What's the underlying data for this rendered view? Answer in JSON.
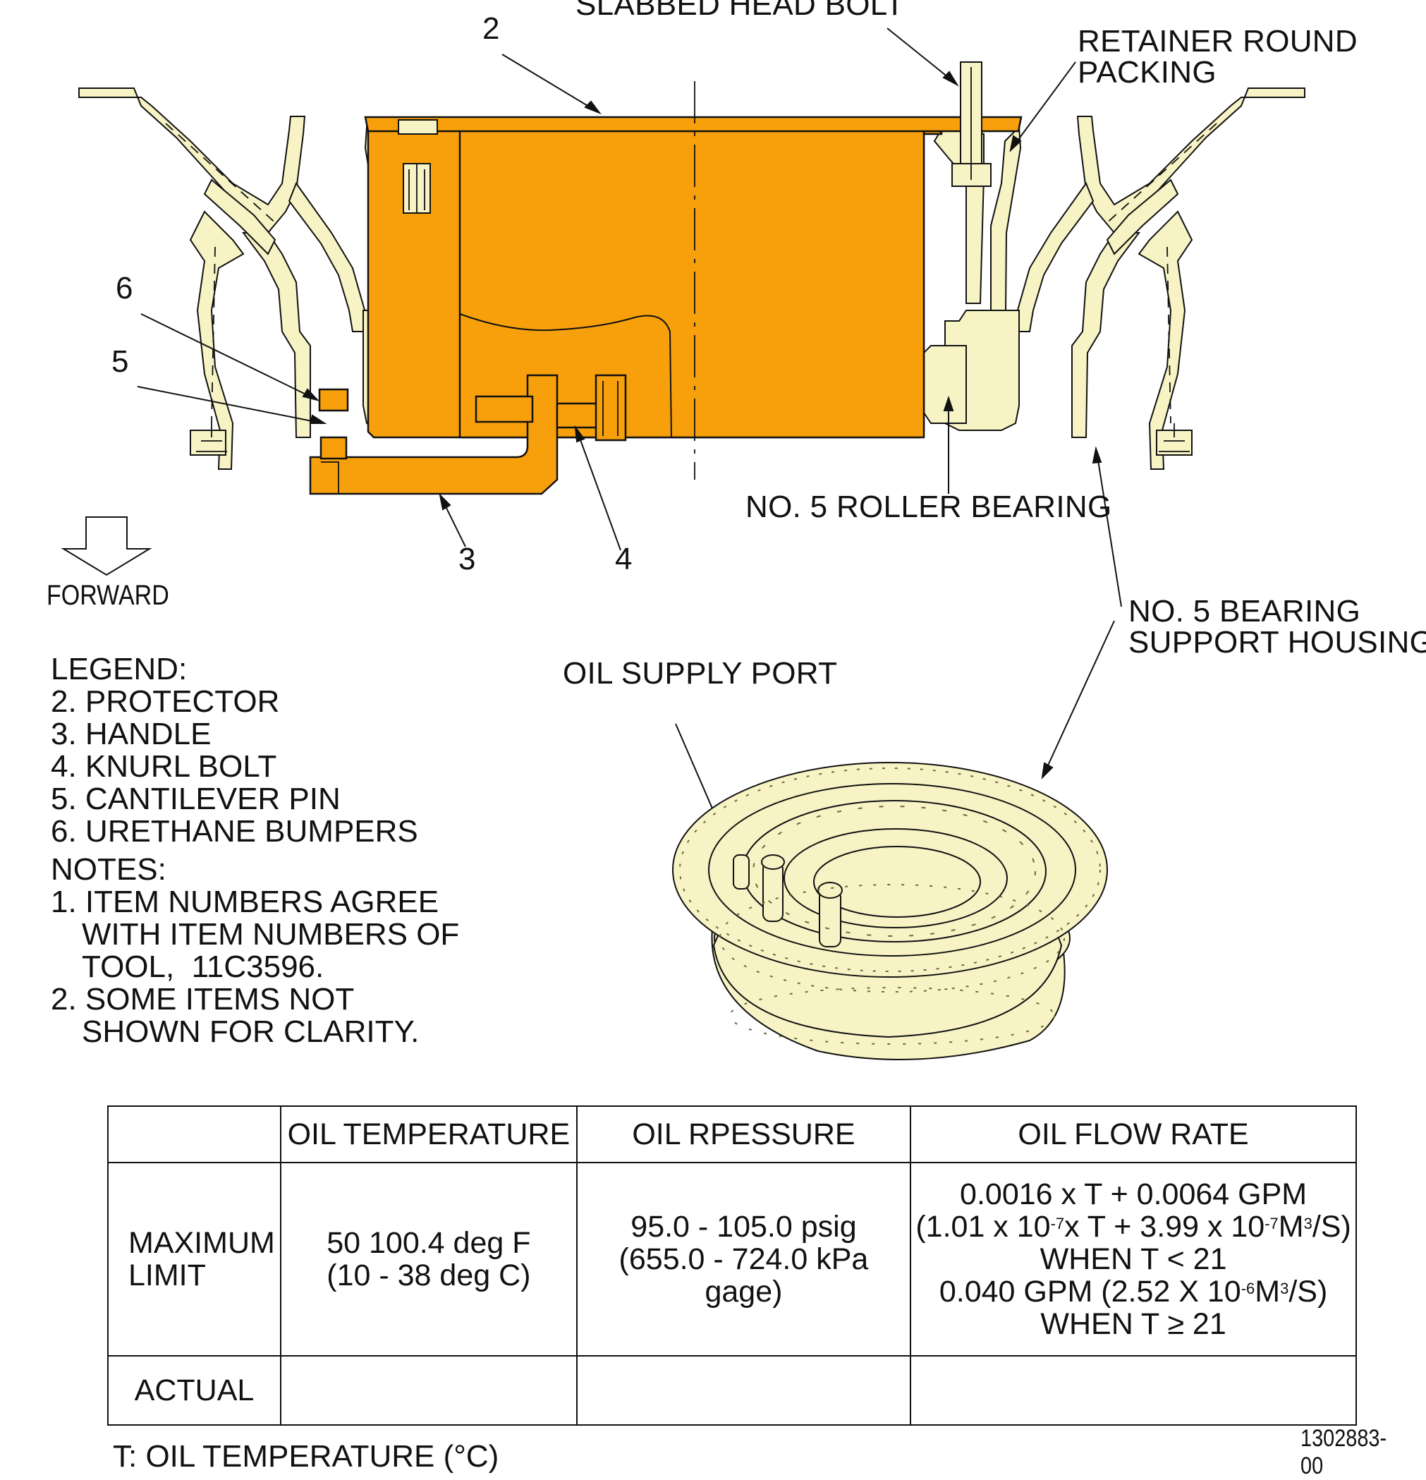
{
  "callouts": {
    "slabbed_head_bolt": "SLABBED HEAD BOLT",
    "retainer_line1": "RETAINER ROUND",
    "retainer_line2": "PACKING",
    "roller_bearing": "NO. 5 ROLLER BEARING",
    "housing_line1": "NO. 5 BEARING",
    "housing_line2": "SUPPORT HOUSING",
    "oil_supply_port": "OIL SUPPLY PORT",
    "forward": "FORWARD",
    "item2": "2",
    "item3": "3",
    "item4": "4",
    "item5": "5",
    "item6": "6"
  },
  "legend": {
    "title": "LEGEND:",
    "items": [
      "2. PROTECTOR",
      "3. HANDLE",
      "4. KNURL BOLT",
      "5. CANTILEVER PIN",
      "6. URETHANE BUMPERS"
    ]
  },
  "notes": {
    "title": "NOTES:",
    "n1_a": "1. ITEM NUMBERS AGREE",
    "n1_b": "WITH ITEM NUMBERS OF",
    "n1_c": "TOOL,  11C3596.",
    "n2_a": "2. SOME ITEMS NOT",
    "n2_b": "SHOWN FOR CLARITY."
  },
  "table": {
    "headers": [
      "",
      "OIL TEMPERATURE",
      "OIL RPESSURE",
      "OIL FLOW RATE"
    ],
    "max_label_1": "MAXIMUM",
    "max_label_2": "LIMIT",
    "temp_1": "50 100.4 deg F",
    "temp_2": "(10 - 38 deg C)",
    "press_1": "95.0 - 105.0 psig",
    "press_2": "(655.0 - 724.0 kPa gage)",
    "flow_1": "0.0016 x T + 0.0064 GPM",
    "flow_2a": "(1.01 x 10",
    "flow_2b": "-7",
    "flow_2c": "x T + 3.99 x 10",
    "flow_2d": "-7",
    "flow_2e": "M",
    "flow_2f": "3",
    "flow_2g": "/S)",
    "flow_3": "WHEN T < 21",
    "flow_4a": "0.040 GPM (2.52 X 10",
    "flow_4b": "-6",
    "flow_4c": "M",
    "flow_4d": "3",
    "flow_4e": "/S)",
    "flow_5": "WHEN T ≥ 21",
    "actual_label": "ACTUAL"
  },
  "footnote": "T: OIL TEMPERATURE (°C)",
  "drawing_number": "1302883-00",
  "colors": {
    "tool_orange": "#f7a00c",
    "housing_yellow": "#f7f3c4",
    "line": "#111111"
  }
}
